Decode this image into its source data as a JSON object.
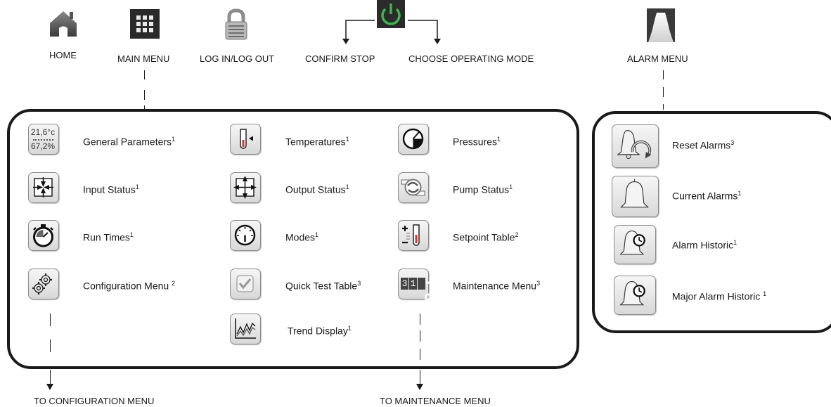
{
  "top": {
    "home": "HOME",
    "main_menu": "MAIN MENU",
    "login": "LOG IN/LOG OUT",
    "confirm_stop": "CONFIRM STOP",
    "operating_mode": "CHOOSE OPERATING MODE",
    "alarm_menu": "ALARM MENU"
  },
  "main": {
    "col1": [
      {
        "label": "General Parameters",
        "sup": "1",
        "icon": "general-parameters-icon",
        "temp": "21,6°c",
        "pct": "67,2%"
      },
      {
        "label": "Input Status",
        "sup": "1",
        "icon": "input-status-icon"
      },
      {
        "label": "Run Times",
        "sup": "1",
        "icon": "stopwatch-icon"
      },
      {
        "label": "Configuration Menu ",
        "sup": "2",
        "icon": "gears-icon"
      }
    ],
    "col2": [
      {
        "label": "Temperatures",
        "sup": "1",
        "icon": "thermometer-icon"
      },
      {
        "label": "Output Status",
        "sup": "1",
        "icon": "output-status-icon"
      },
      {
        "label": "Modes",
        "sup": "1",
        "icon": "gauge-icon"
      },
      {
        "label": "Quick Test Table",
        "sup": "3",
        "icon": "checkbox-icon"
      },
      {
        "label": "Trend Display",
        "sup": "1",
        "icon": "trend-chart-icon"
      }
    ],
    "col3": [
      {
        "label": "Pressures",
        "sup": "1",
        "icon": "pressure-gauge-icon"
      },
      {
        "label": "Pump Status",
        "sup": "1",
        "icon": "pump-icon"
      },
      {
        "label": "Setpoint Table",
        "sup": "2",
        "icon": "setpoint-icon"
      },
      {
        "label": "Maintenance Menu",
        "sup": "3",
        "icon": "counter-icon",
        "digits": [
          "3",
          "1"
        ]
      }
    ]
  },
  "alarms": [
    {
      "label": "Reset Alarms",
      "sup": "3",
      "icon": "reset-alarms-icon"
    },
    {
      "label": "Current Alarms",
      "sup": "1",
      "icon": "bell-icon"
    },
    {
      "label": "Alarm Historic",
      "sup": "1",
      "icon": "alarm-history-icon"
    },
    {
      "label": "Major Alarm Historic ",
      "sup": "1",
      "icon": "major-alarm-history-icon"
    }
  ],
  "bottom": {
    "to_config": "TO CONFIGURATION MENU",
    "to_maint": "TO MAINTENANCE MENU"
  }
}
